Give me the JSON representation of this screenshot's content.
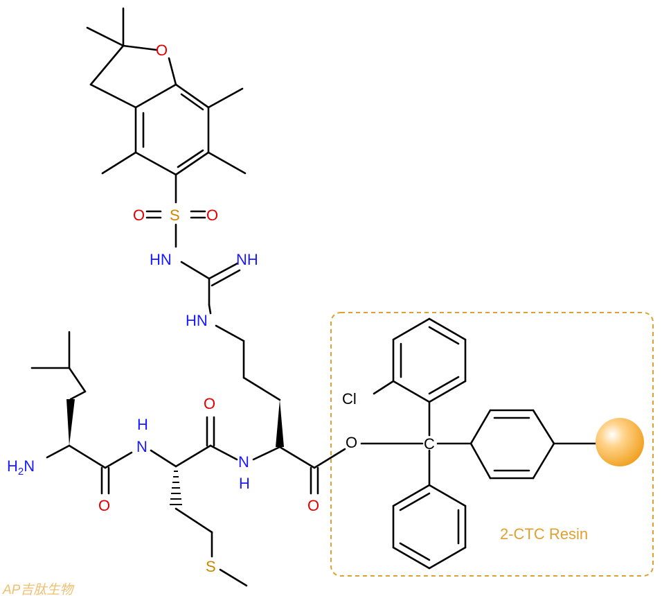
{
  "molecule": {
    "atoms": {
      "ring_o": "O",
      "sulfonyl_s": "S",
      "sulfonyl_o_left": "O",
      "sulfonyl_o_right": "O",
      "guan_hn": "HN",
      "guan_nh": "NH",
      "guan_hn2": "HN",
      "amine": "H",
      "amine_sub": "2",
      "amine_n": "N",
      "leu_nh": "H",
      "leu_n": "N",
      "leu_o": "O",
      "met_o": "O",
      "met_s": "S",
      "arg_n": "N",
      "arg_h": "H",
      "arg_o": "O",
      "ester_o": "O",
      "trityl_c": "C",
      "cl": "Cl"
    },
    "colors": {
      "oxygen": "#e00000",
      "nitrogen": "#1a1aff",
      "sulfur": "#cc8800",
      "resin_box": "#e0a030",
      "resin_bead": "#f5a623"
    }
  },
  "resin": {
    "label": "2-CTC Resin"
  },
  "watermark": {
    "text": "AP吉肽生物"
  }
}
